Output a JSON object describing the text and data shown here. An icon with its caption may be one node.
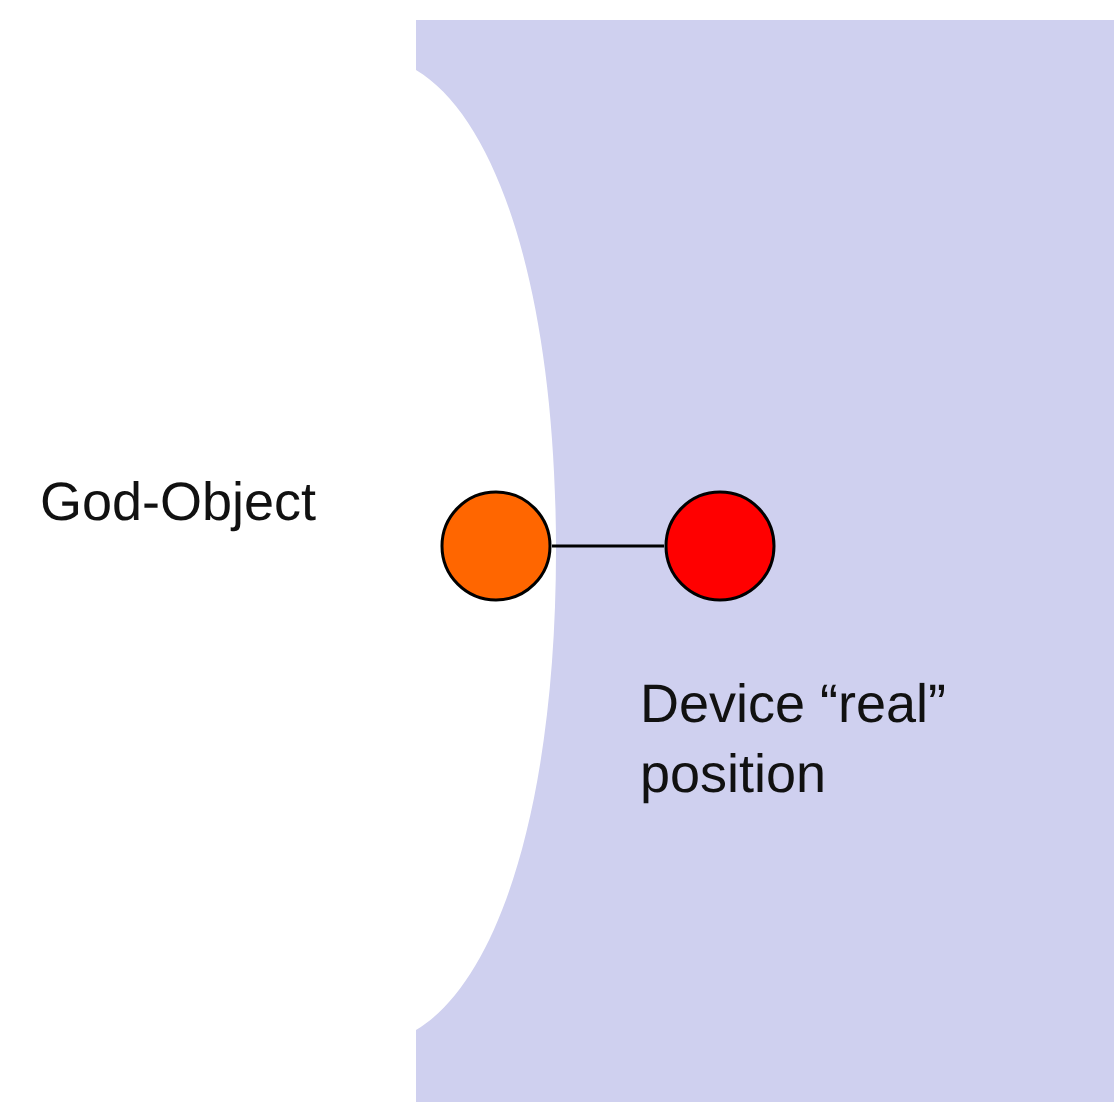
{
  "diagram": {
    "nodes": [
      {
        "text": [],
        "shape": "circle",
        "beside": [
          "God-Object"
        ]
      },
      {
        "text": [],
        "shape": "circle",
        "beside": [
          "Device “real” position"
        ]
      }
    ],
    "edges": [
      {
        "from": 0,
        "to": 1,
        "arrow": "none"
      }
    ]
  }
}
